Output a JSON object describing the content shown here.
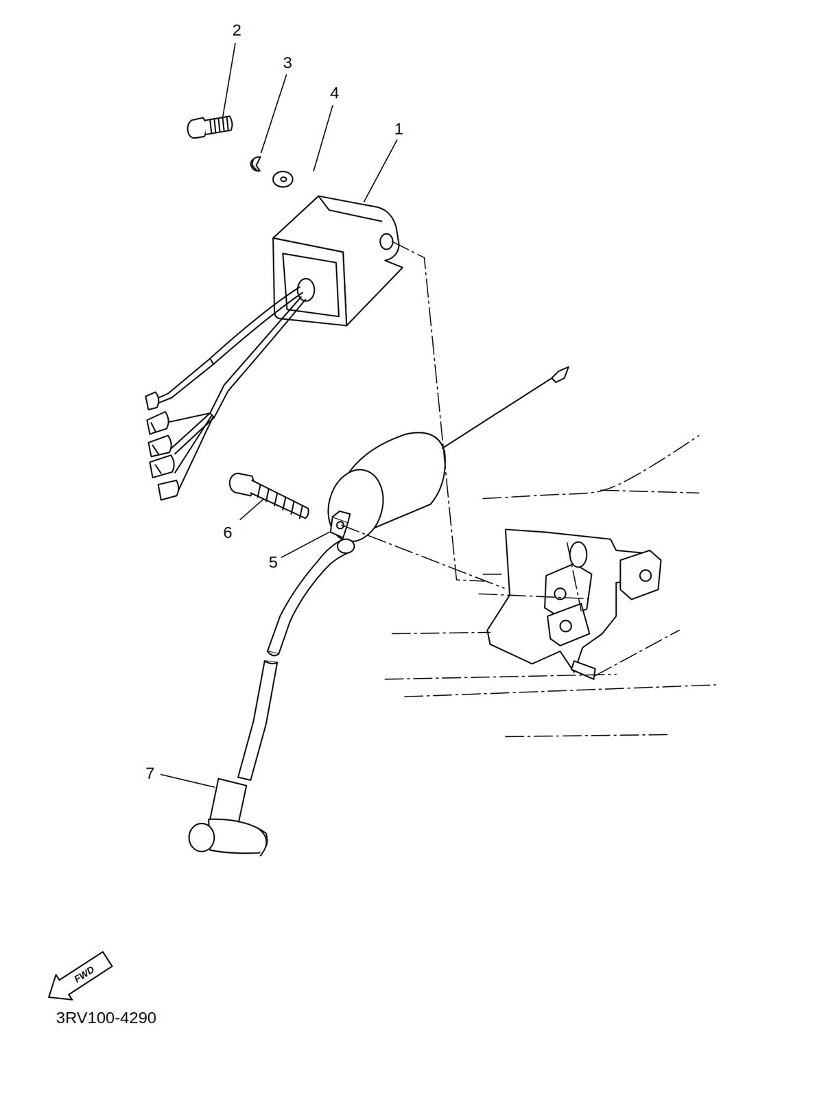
{
  "diagram": {
    "nodes": [
      {
        "text": [
          "FWD"
        ]
      }
    ],
    "labels": [
      "2",
      "3",
      "4",
      "1",
      "6",
      "5",
      "7",
      "3RV100-4290"
    ]
  }
}
